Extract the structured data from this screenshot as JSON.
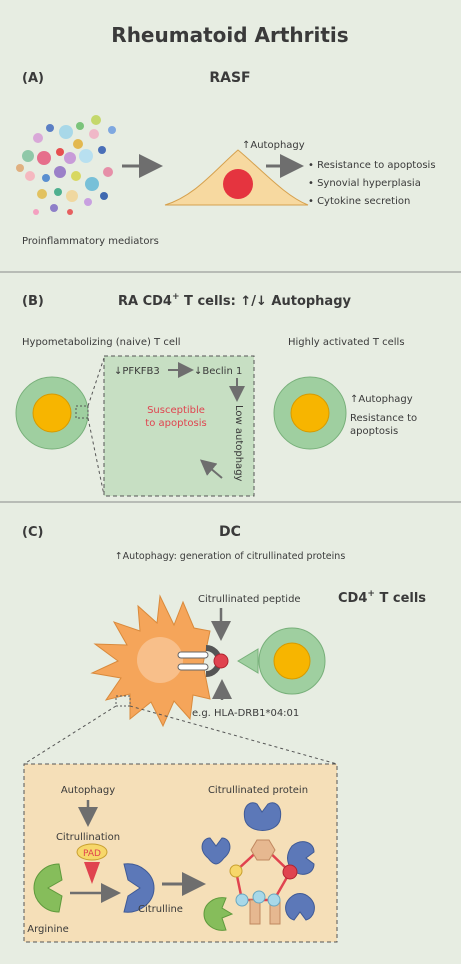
{
  "title": "Rheumatoid Arthritis",
  "sectionA": {
    "label": "(A)",
    "title": "RASF",
    "autophagy": "↑Autophagy",
    "bullets": [
      "• Resistance to apoptosis",
      "• Synovial hyperplasia",
      "• Cytokine secretion"
    ],
    "mediators_label": "Proinflammatory mediators"
  },
  "sectionB": {
    "label": "(B)",
    "title_prefix": "RA CD4",
    "title_sup": "+",
    "title_suffix": " T cells: ↑/↓ Autophagy",
    "left_caption": "Hypometabolizing (naive) T cell",
    "right_caption": "Highly activated T cells",
    "pfkfb3": "↓PFKFB3",
    "beclin": "↓Beclin 1",
    "low_autophagy": "Low autophagy",
    "susceptible": [
      "Susceptible",
      "to apoptosis"
    ],
    "right_autophagy": "↑Autophagy",
    "right_resistance": [
      "Resistance to",
      "apoptosis"
    ]
  },
  "sectionC": {
    "label": "(C)",
    "title": "DC",
    "subtitle": "↑Autophagy: generation of citrullinated proteins",
    "citrullinated_peptide": "Citrullinated peptide",
    "cd4_prefix": "CD4",
    "cd4_sup": "+",
    "cd4_suffix": " T cells",
    "hla": "e.g. HLA-DRB1*04:01",
    "inset": {
      "autophagy": "Autophagy",
      "citrullination": "Citrullination",
      "pad": "PAD",
      "arginine": "Arginine",
      "citrulline": "Citrulline",
      "citrullinated_protein": "Citrullinated protein"
    }
  },
  "colors": {
    "background": "#e7ede2",
    "cell_green": "#9fcfa0",
    "nucleus_orange": "#f7b500",
    "rasf_cell": "#f7d9a0",
    "rasf_nucleus": "#e5343f",
    "dc_orange": "#f5a55a",
    "inset_fill": "#f5dfb8",
    "apoptosis_red": "#e0434f",
    "protein_blue": "#5c78b8",
    "arginine_green": "#86bd5b"
  }
}
